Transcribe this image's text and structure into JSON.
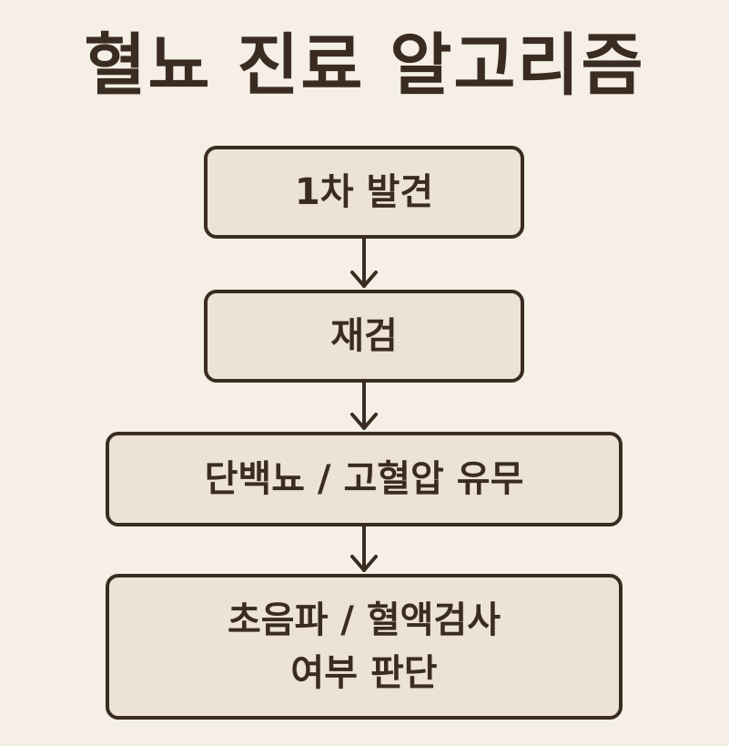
{
  "title": "혈뇨 진료 알고리즘",
  "steps": [
    {
      "label": "1차 발견"
    },
    {
      "label": "재검"
    },
    {
      "label": "단백뇨 / 고혈압 유무"
    },
    {
      "label": "초음파 / 혈액검사\n여부 판단"
    }
  ],
  "colors": {
    "background": "#f5efe6",
    "box_fill": "#ece3d4",
    "ink": "#3a2c22"
  }
}
